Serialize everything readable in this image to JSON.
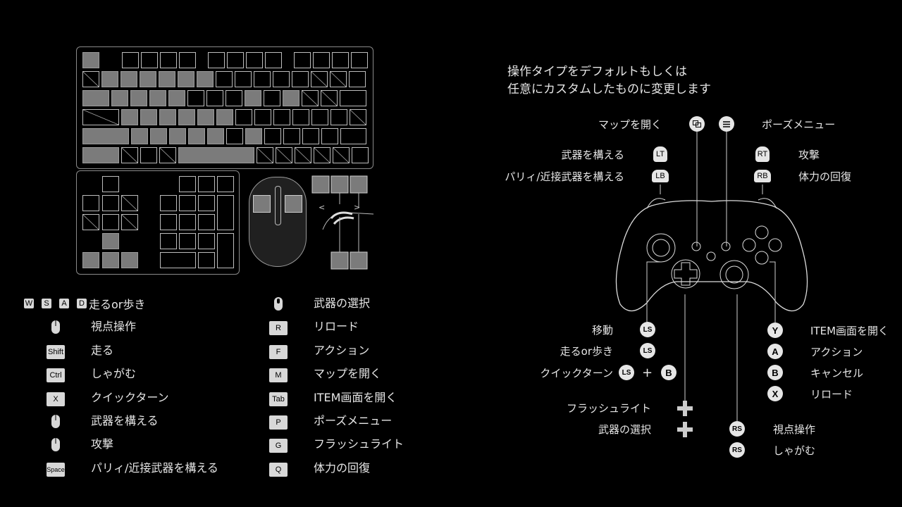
{
  "description": {
    "line1": "操作タイプをデフォルトもしくは",
    "line2": "任意にカスタムしたものに変更します"
  },
  "keyboard_legend": {
    "left": [
      {
        "keys": [
          "W",
          "S",
          "A",
          "D"
        ],
        "label": "走るor歩き"
      },
      {
        "key": "",
        "icon": "mouse-icon",
        "label": "視点操作"
      },
      {
        "key": "Shift",
        "label": "走る"
      },
      {
        "key": "Ctrl",
        "label": "しゃがむ"
      },
      {
        "key": "X",
        "label": "クイックターン"
      },
      {
        "key": "",
        "icon": "mouse-left-button-icon",
        "label": "武器を構える"
      },
      {
        "key": "",
        "icon": "mouse-right-button-icon",
        "label": "攻撃"
      },
      {
        "key": "Space",
        "label": "パリィ/近接武器を構える"
      }
    ],
    "right": [
      {
        "key": "",
        "icon": "mouse-wheel-icon",
        "label": "武器の選択"
      },
      {
        "key": "R",
        "label": "リロード"
      },
      {
        "key": "F",
        "label": "アクション"
      },
      {
        "key": "M",
        "label": "マップを開く"
      },
      {
        "key": "Tab",
        "label": "ITEM画面を開く"
      },
      {
        "key": "P",
        "label": "ポーズメニュー"
      },
      {
        "key": "G",
        "label": "フラッシュライト"
      },
      {
        "key": "Q",
        "label": "体力の回復"
      }
    ]
  },
  "controller_labels": {
    "map": "マップを開く",
    "pause": "ポーズメニュー",
    "lt_label": "武器を構える",
    "lt_badge": "LT",
    "lb_label": "パリィ/近接武器を構える",
    "lb_badge": "LB",
    "rt_label": "攻撃",
    "rt_badge": "RT",
    "rb_label": "体力の回復",
    "rb_badge": "RB",
    "move": "移動",
    "run_walk": "走るor歩き",
    "quick_turn": "クイックターン",
    "plus": "+",
    "b_badge": "B",
    "ls_badge": "LS",
    "rs_badge": "RS",
    "flashlight": "フラッシュライト",
    "weapon_select": "武器の選択",
    "look": "視点操作",
    "crouch": "しゃがむ",
    "y_label": "ITEM画面を開く",
    "y_badge": "Y",
    "a_label": "アクション",
    "a_badge": "A",
    "b_label": "キャンセル",
    "x_label": "リロード",
    "x_badge": "X"
  },
  "colors": {
    "background": "#000000",
    "key_highlight": "#7b7b7b",
    "outline": "#bdbdbd",
    "text": "#e6e6e6"
  }
}
